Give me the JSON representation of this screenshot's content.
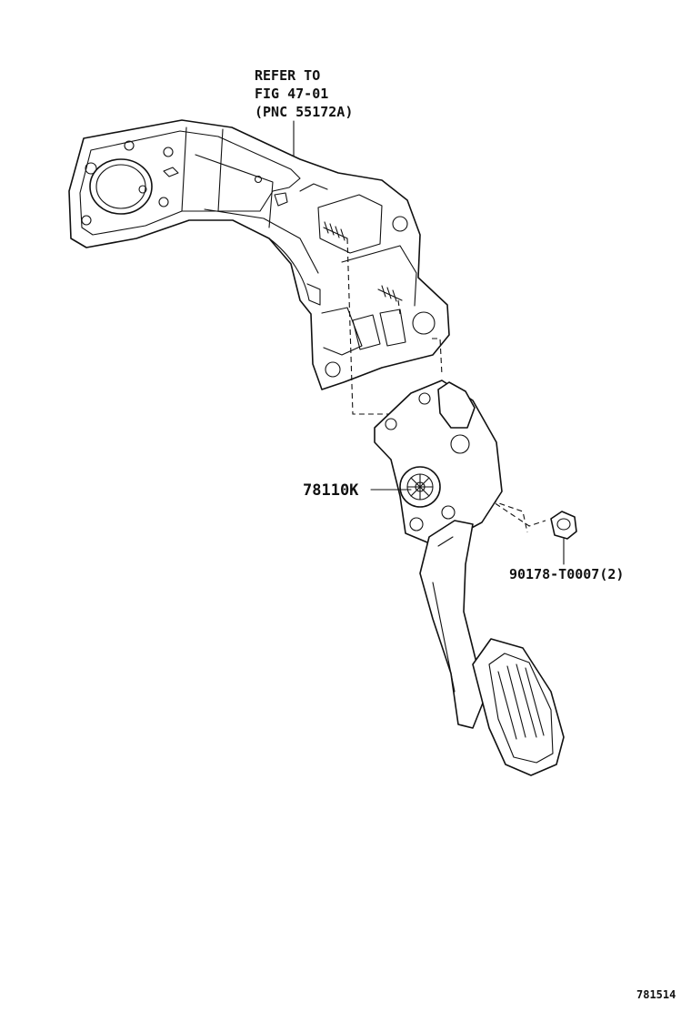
{
  "callouts": {
    "refer_line1": "REFER TO",
    "refer_line2": "FIG 47-01",
    "refer_line3": "(PNC 55172A)",
    "pedal_assy": "78110K",
    "nut": "90178-T0007(2)"
  },
  "illustration_number": "781514"
}
